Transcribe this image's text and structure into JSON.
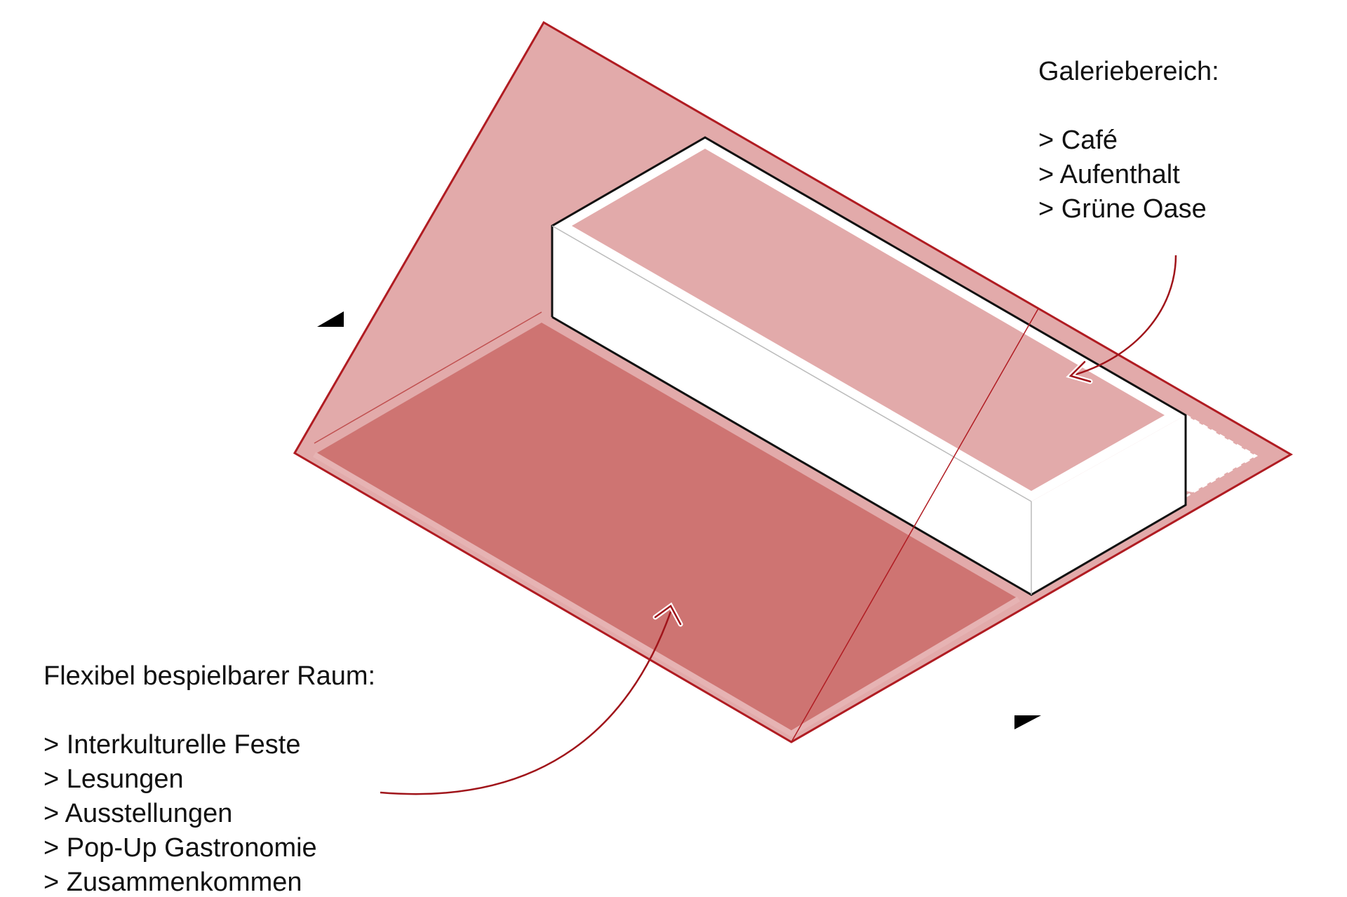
{
  "colors": {
    "site_fill": "#e2aaaa",
    "site_outline": "#b01c22",
    "plaza_fill": "#ce7472",
    "roof_fill": "#e2aaaa",
    "building_fill": "#ffffff",
    "building_edge": "#111111",
    "arrow_stroke": "#a0141a",
    "text": "#111111",
    "section_marker": "#000000"
  },
  "gallery": {
    "heading": "Galeriebereich:",
    "items": [
      "> Café",
      "> Aufenthalt",
      "> Grüne Oase"
    ]
  },
  "flex_space": {
    "heading": "Flexibel bespielbarer Raum:",
    "items": [
      "> Interkulturelle Feste",
      "> Lesungen",
      "> Ausstellungen",
      "> Pop-Up Gastronomie",
      "> Zusammenkommen"
    ]
  }
}
